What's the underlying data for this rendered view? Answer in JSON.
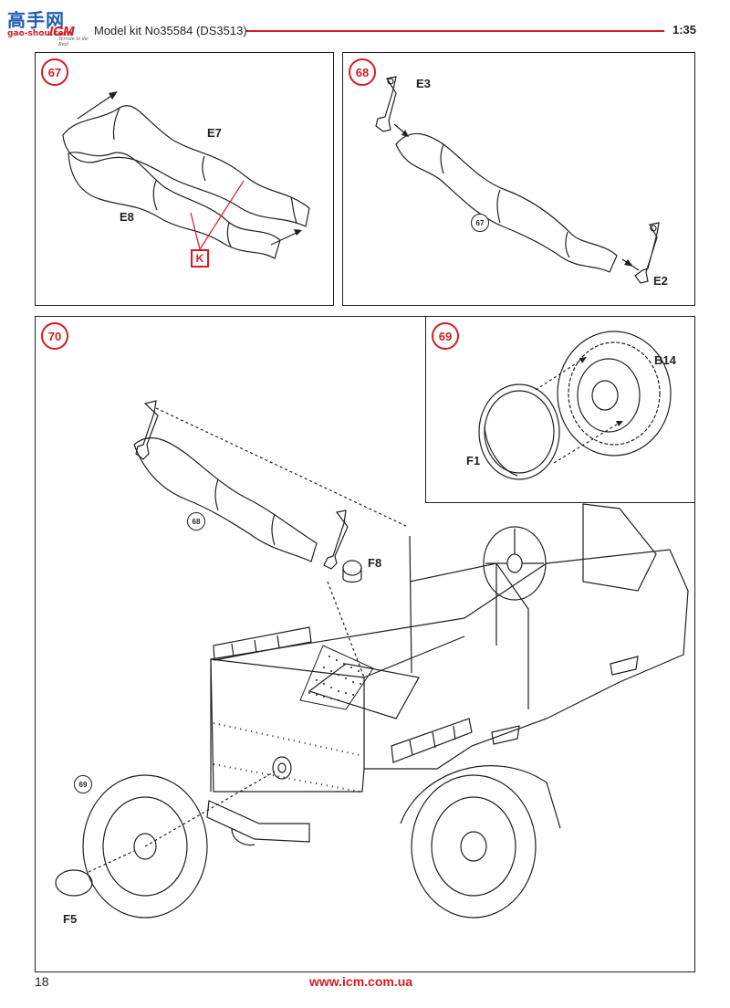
{
  "header": {
    "logo_watermark": "高手网",
    "logo_domain": "gao-shou.com",
    "logo_brand": "ICM",
    "logo_tagline": "Terrain in the Real",
    "kit_title": "Model kit No35584 (DS3513)",
    "scale": "1:35",
    "accent_color": "#d41c23"
  },
  "steps": {
    "s67": {
      "number": "67",
      "parts": {
        "e7": "E7",
        "e8": "E8"
      },
      "callout": "K"
    },
    "s68": {
      "number": "68",
      "parts": {
        "e3": "E3",
        "e2": "E2"
      },
      "ref": "67"
    },
    "s69": {
      "number": "69",
      "parts": {
        "b14": "B14",
        "f1": "F1"
      }
    },
    "s70": {
      "number": "70",
      "parts": {
        "f8": "F8",
        "f5": "F5"
      },
      "ref_top": "68",
      "ref_wheel": "69"
    }
  },
  "footer": {
    "page_number": "18",
    "website": "www.icm.com.ua"
  }
}
